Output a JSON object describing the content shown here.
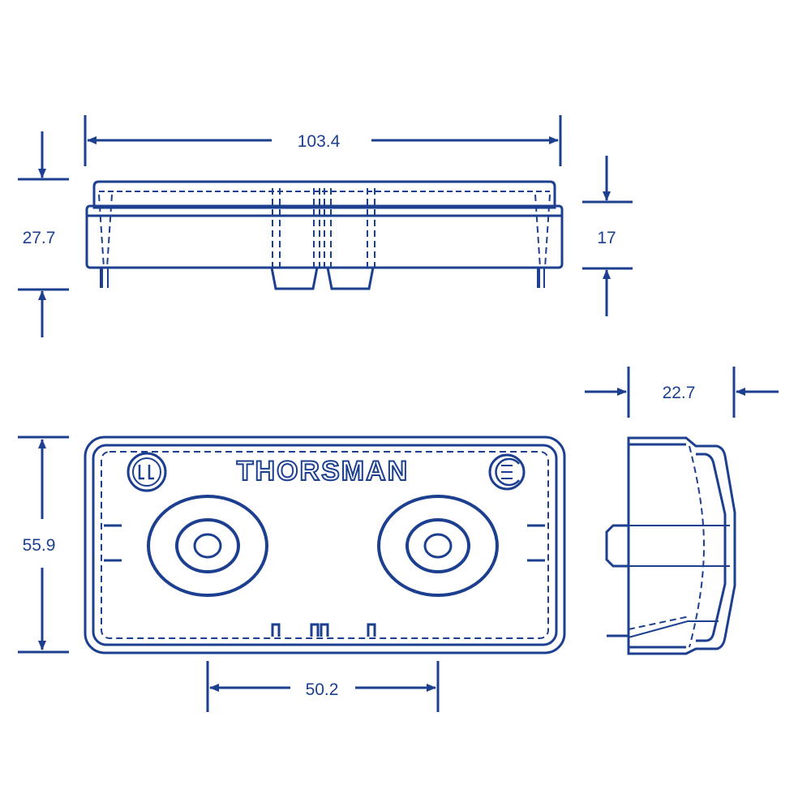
{
  "colors": {
    "line": "#1c3f8f",
    "background": "#ffffff"
  },
  "dimensions": {
    "overall_length": "103.4",
    "overall_height": "27.7",
    "body_height": "17",
    "depth": "22.7",
    "width": "55.9",
    "hole_spacing": "50.2"
  },
  "brand": "THORSMAN",
  "marks": {
    "left": "UL certification mark",
    "right": "CSA certification mark"
  }
}
